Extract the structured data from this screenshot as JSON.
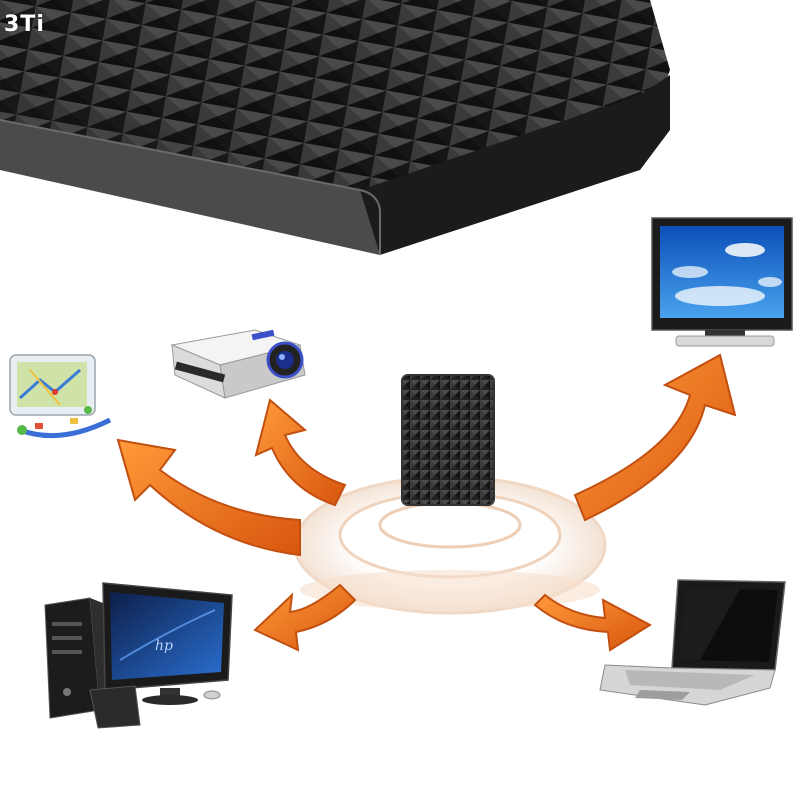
{
  "watermark": {
    "text": "3Ti"
  },
  "scene": {
    "product": "portable-hard-drive",
    "connected_devices": [
      "gps-navigator",
      "projector",
      "lcd-tv",
      "desktop-computer",
      "laptop"
    ]
  },
  "colors": {
    "background": "#ffffff",
    "drive_body": "#1e1e1e",
    "arrow_orange": "#f07a1e",
    "arrow_dark": "#c85410",
    "tv_screen": "#2b78d6"
  }
}
